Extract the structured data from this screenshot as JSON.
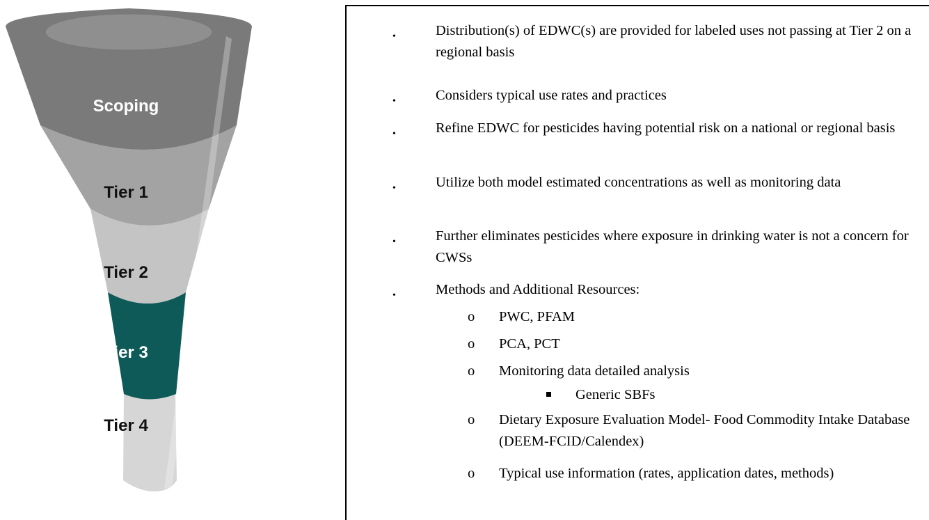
{
  "funnel": {
    "tiers": [
      {
        "label": "Scoping",
        "color": "#7a7a7a"
      },
      {
        "label": "Tier 1",
        "color": "#a3a3a3"
      },
      {
        "label": "Tier 2",
        "color": "#c4c4c4"
      },
      {
        "label": "Tier 3",
        "color": "#0e5a58"
      },
      {
        "label": "Tier 4",
        "color": "#d6d6d6"
      }
    ]
  },
  "description": {
    "bullets": [
      "Distribution(s) of EDWC(s) are provided for labeled uses not passing at Tier 2 on a regional basis",
      "Considers typical use rates and practices",
      "Refine EDWC for pesticides having potential risk on a national or regional basis",
      "Utilize both model estimated concentrations as well as monitoring data",
      "Further eliminates pesticides where exposure in drinking water is not a concern for CWSs",
      "Methods and Additional Resources:"
    ],
    "methods": [
      "PWC, PFAM",
      "PCA, PCT",
      "Monitoring data detailed analysis",
      "Dietary Exposure Evaluation Model- Food Commodity Intake Database (DEEM-FCID/Calendex)",
      "Typical use information (rates, application dates, methods)"
    ],
    "monitoring_sub": "Generic SBFs",
    "bullet_symbol": "•",
    "sub_bullet_symbol": "o"
  }
}
